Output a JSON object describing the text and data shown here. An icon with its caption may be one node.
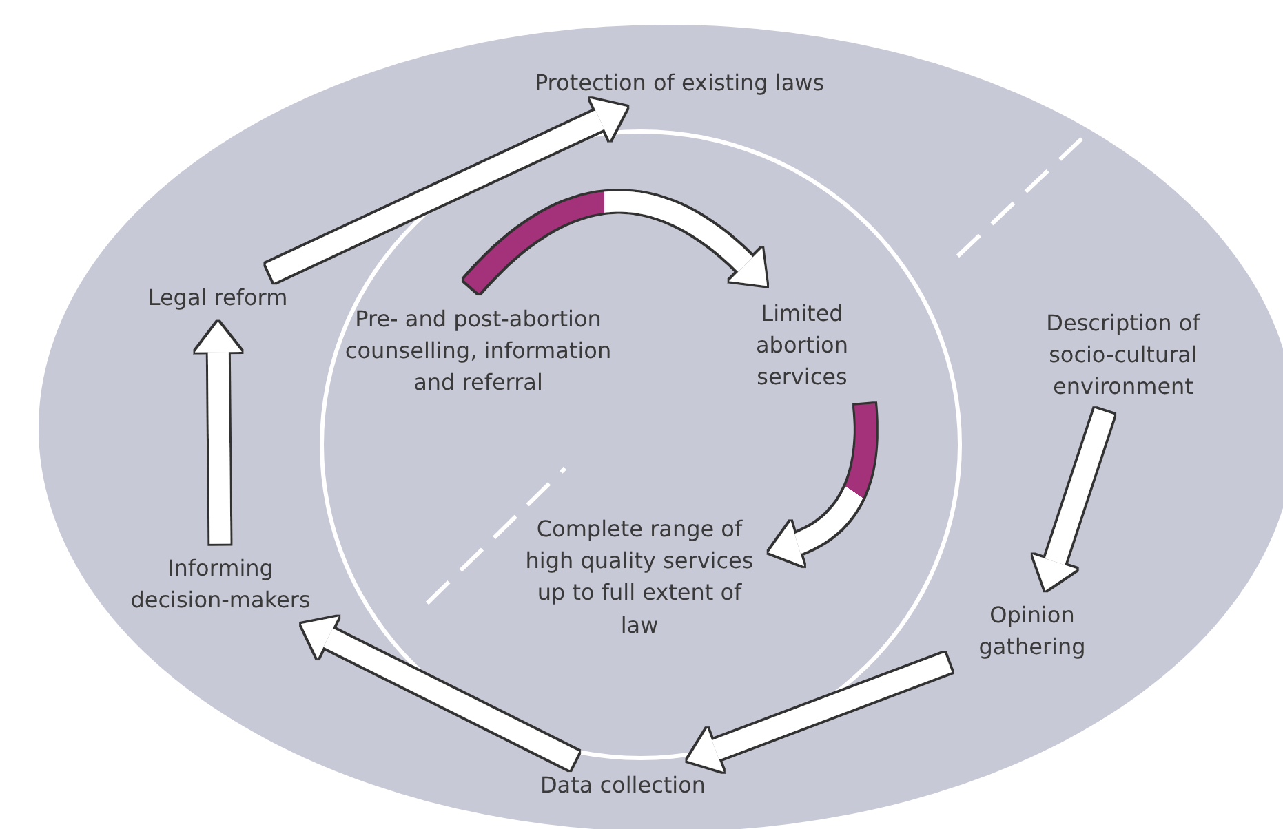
{
  "diagram": {
    "nodes": [
      {
        "text": [],
        "shape": "ellipse"
      },
      {
        "text": [],
        "shape": "circle",
        "in": 0
      },
      {
        "text": [
          "Protection of existing laws"
        ],
        "in": 0
      },
      {
        "text": [
          "Description of socio-cultural environment"
        ],
        "in": 0
      },
      {
        "text": [
          "Opinion gathering"
        ],
        "in": 0
      },
      {
        "text": [
          "Data collection"
        ],
        "in": 0
      },
      {
        "text": [
          "Informing decision-makers"
        ],
        "in": 0
      },
      {
        "text": [
          "Legal reform"
        ],
        "in": 0
      },
      {
        "text": [
          "Pre- and post-abortion counselling, information and referral"
        ],
        "in": 1
      },
      {
        "text": [
          "Limited abortion services"
        ],
        "in": 1
      },
      {
        "text": [
          "Complete range of high quality services up to full extent of law"
        ],
        "in": 1
      }
    ],
    "edges": [
      {
        "from": 7,
        "to": 2,
        "arrow": "to"
      },
      {
        "from": 3,
        "to": 4,
        "arrow": "to"
      },
      {
        "from": 4,
        "to": 5,
        "arrow": "to"
      },
      {
        "from": 5,
        "to": 6,
        "arrow": "to"
      },
      {
        "from": 6,
        "to": 7,
        "arrow": "to"
      },
      {
        "from": 8,
        "to": 9,
        "arrow": "to"
      },
      {
        "from": 9,
        "to": 10,
        "arrow": "to"
      }
    ]
  }
}
